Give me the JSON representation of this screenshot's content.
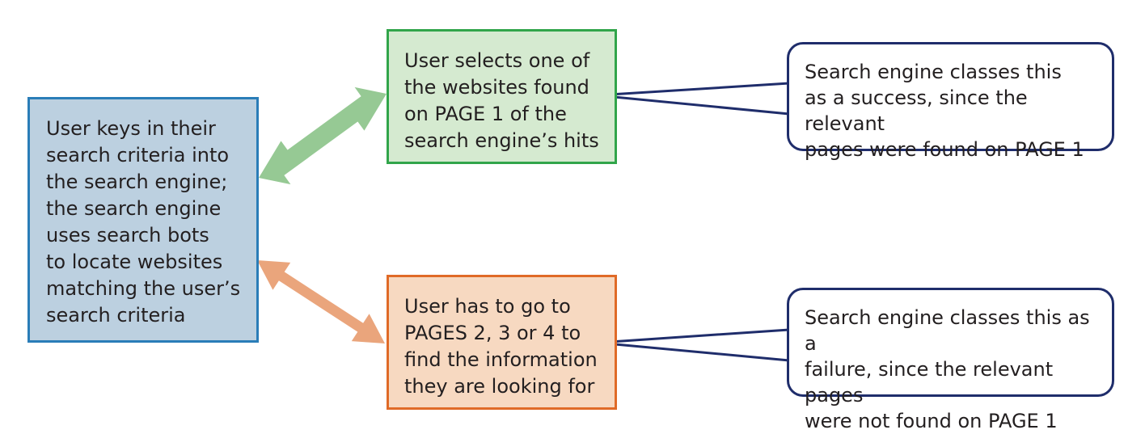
{
  "boxes": {
    "user_search": "User keys in their\nsearch criteria into\nthe search engine;\nthe search engine\nuses search bots\nto locate websites\nmatching the user’s\nsearch criteria",
    "page_one": "User selects one of\nthe websites found\non PAGE 1 of the\nsearch engine’s hits",
    "later_pages": "User has to go to\nPAGES 2, 3 or 4 to\nfind the information\nthey are looking for"
  },
  "callouts": {
    "success": "Search engine classes this\nas a success, since the relevant\npages were found on PAGE 1",
    "failure": "Search engine classes this as a\nfailure, since the relevant pages\nwere not found on PAGE 1"
  },
  "colors": {
    "blue_fill": "#bcd0e0",
    "blue_border": "#2a7db8",
    "green_fill": "#d5ead0",
    "green_border": "#31a54a",
    "green_arrow": "#96c994",
    "orange_fill": "#f7d9c1",
    "orange_border": "#e06a27",
    "orange_arrow": "#eaa57c",
    "callout_border": "#1f2d6b"
  }
}
